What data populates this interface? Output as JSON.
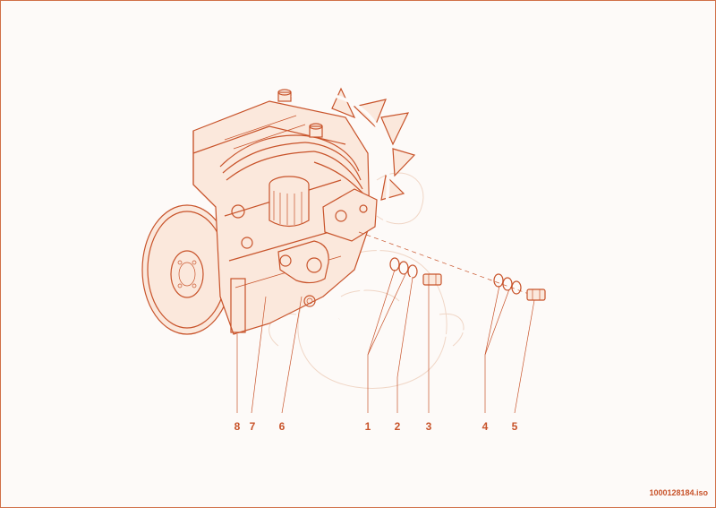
{
  "diagram": {
    "callouts": [
      "8",
      "7",
      "6",
      "1",
      "2",
      "3",
      "4",
      "5"
    ],
    "file_id": "1000128184.iso"
  },
  "colors": {
    "line": "#c8532a",
    "fill": "#fbe8dc",
    "ghost": "#f0d6c6",
    "background": "#fdfaf8"
  }
}
